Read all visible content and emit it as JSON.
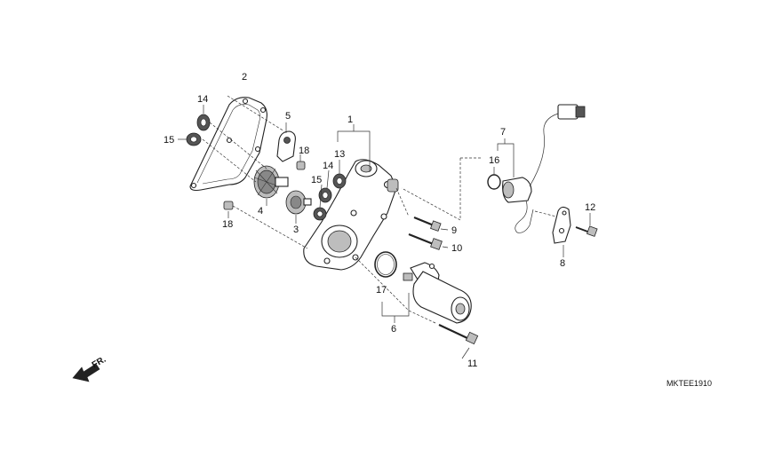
{
  "diagram": {
    "drawing_code": "MKTEE1910",
    "front_indicator": "FR.",
    "callouts": {
      "p1": "1",
      "p2": "2",
      "p3": "3",
      "p4": "4",
      "p5": "5",
      "p6": "6",
      "p7": "7",
      "p8": "8",
      "p9": "9",
      "p10": "10",
      "p11": "11",
      "p12": "12",
      "p13": "13",
      "p14a": "14",
      "p14b": "14",
      "p15a": "15",
      "p15b": "15",
      "p16": "16",
      "p17": "17",
      "p18a": "18",
      "p18b": "18"
    }
  }
}
